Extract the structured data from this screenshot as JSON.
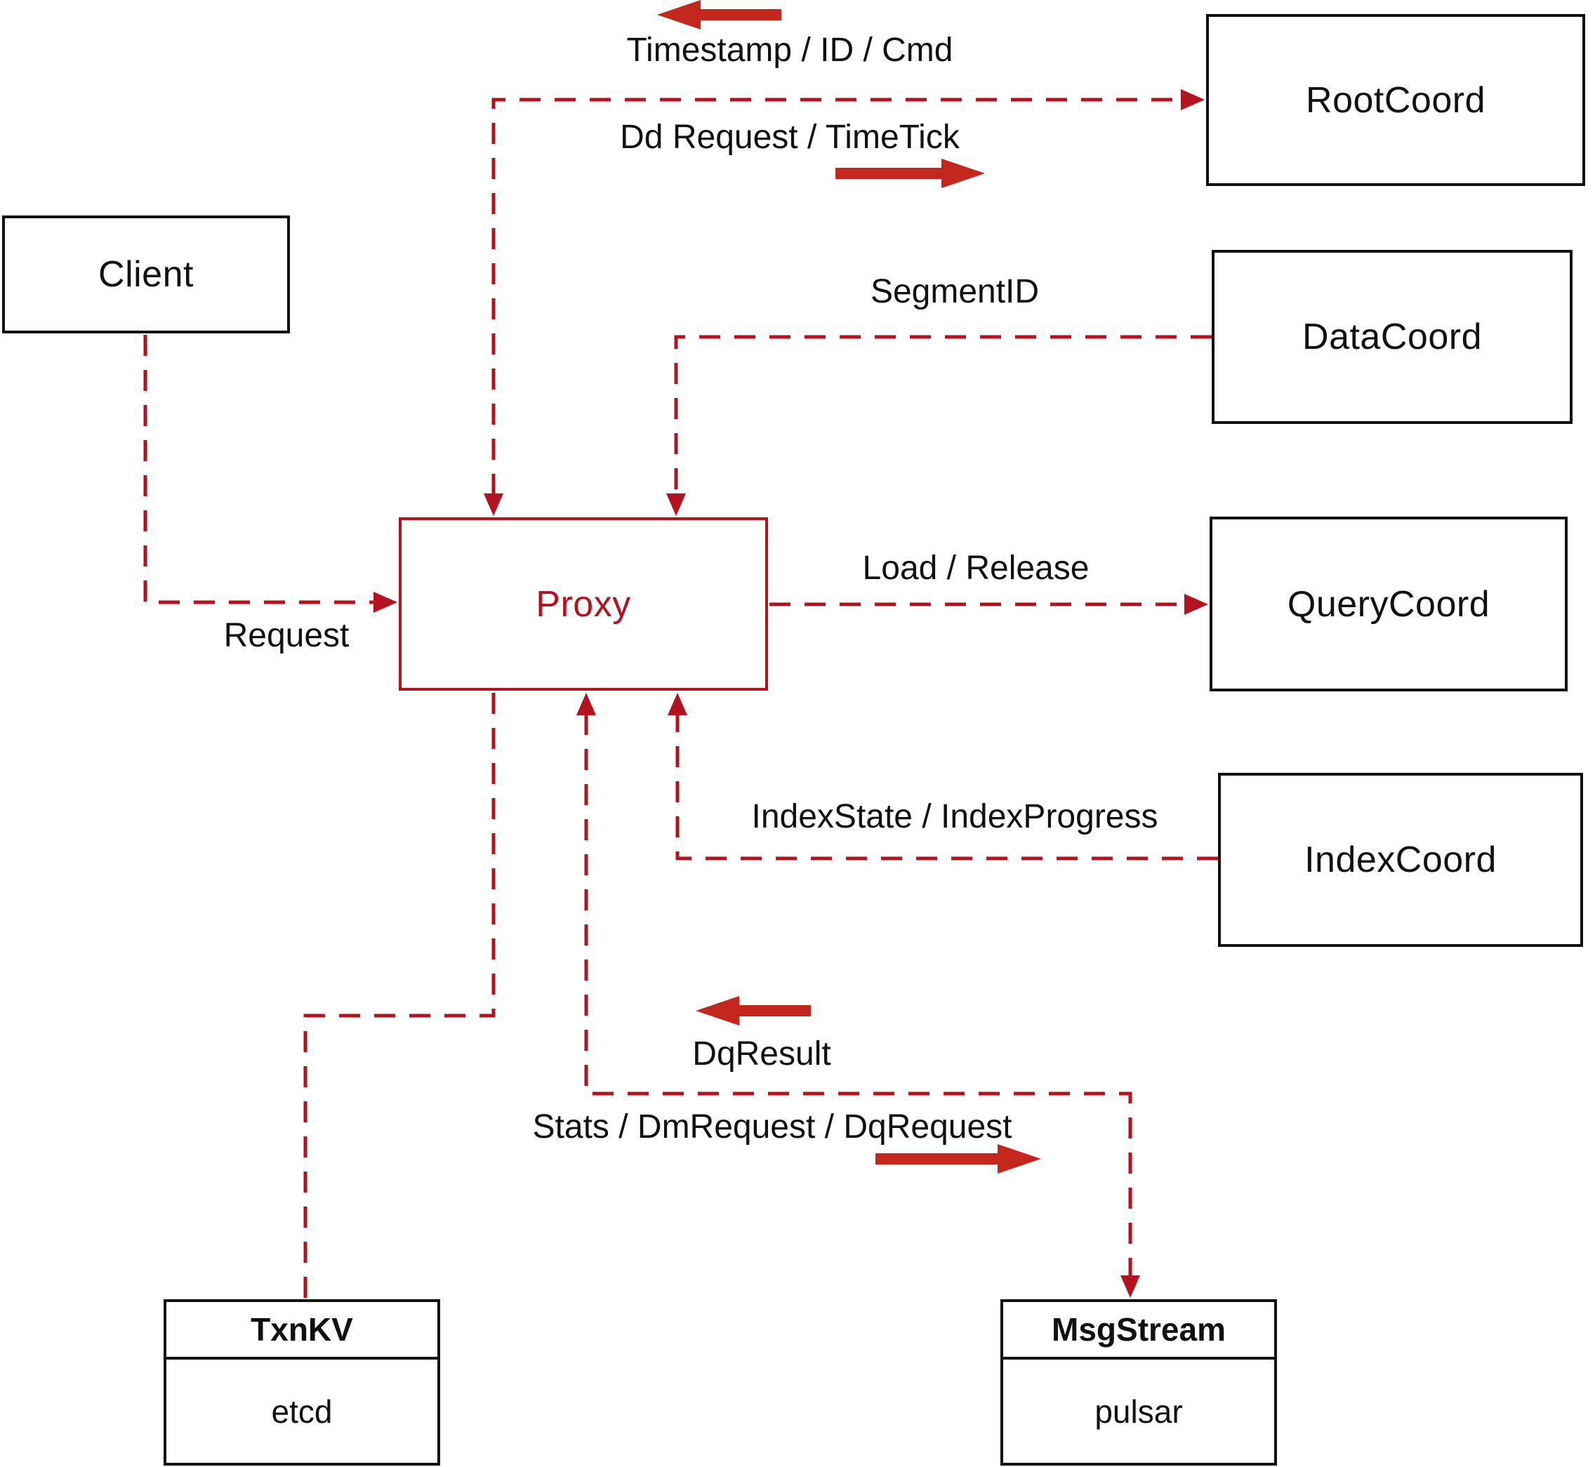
{
  "diagram": {
    "nodes": {
      "client": {
        "label": "Client"
      },
      "root_coord": {
        "label": "RootCoord"
      },
      "data_coord": {
        "label": "DataCoord"
      },
      "query_coord": {
        "label": "QueryCoord"
      },
      "index_coord": {
        "label": "IndexCoord"
      },
      "proxy": {
        "label": "Proxy"
      },
      "txn_kv": {
        "title": "TxnKV",
        "impl": "etcd"
      },
      "msg_stream": {
        "title": "MsgStream",
        "impl": "pulsar"
      }
    },
    "edge_labels": {
      "timestamp_id_cmd": "Timestamp / ID / Cmd",
      "dd_request_timetick": "Dd Request / TimeTick",
      "segment_id": "SegmentID",
      "load_release": "Load / Release",
      "index_state_progress": "IndexState / IndexProgress",
      "dq_result": "DqResult",
      "stats_dm_dq_request": "Stats / DmRequest / DqRequest",
      "request": "Request"
    },
    "colors": {
      "line_red": "#b5121f",
      "arrow_red": "#c4271b",
      "box_border": "#111111"
    }
  }
}
